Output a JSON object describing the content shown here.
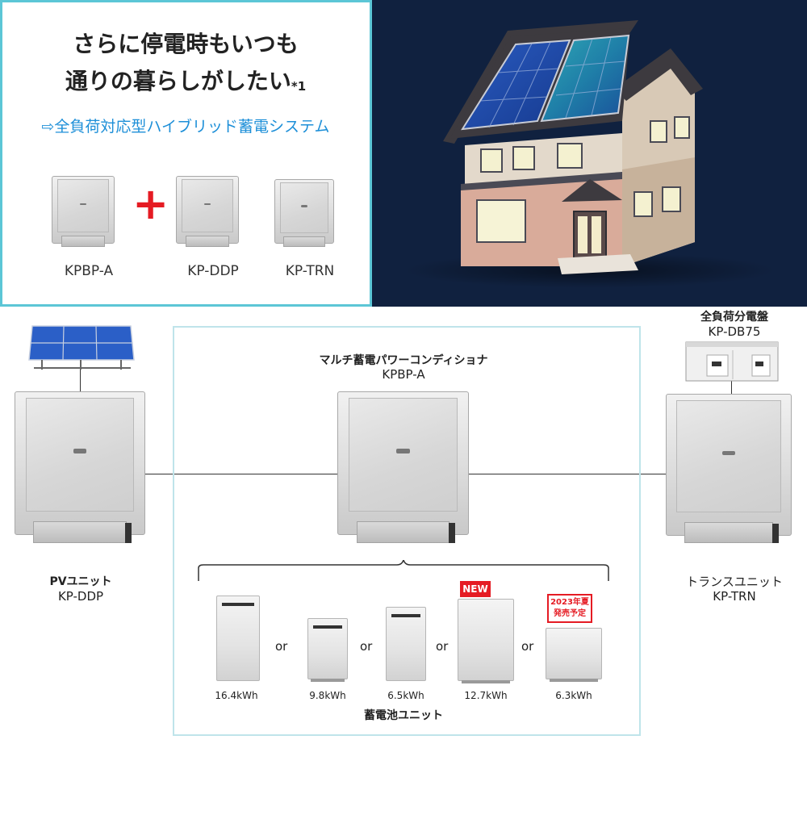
{
  "headline": {
    "line1": "さらに停電時もいつも",
    "line2": "通りの暮らしがしたい",
    "note": "*1"
  },
  "subtitle": "⇨全負荷対応型ハイブリッド蓄電システム",
  "top_products": [
    "KPBP-A",
    "KP-DDP",
    "KP-TRN"
  ],
  "plus_symbol": "+",
  "diagram": {
    "center": {
      "title": "マルチ蓄電パワーコンディショナ",
      "model": "KPBP-A"
    },
    "pv": {
      "title": "PVユニット",
      "model": "KP-DDP"
    },
    "panel": {
      "title": "全負荷分電盤",
      "model": "KP-DB75"
    },
    "trans": {
      "title": "トランスユニット",
      "model": "KP-TRN"
    },
    "battery_group_label": "蓄電池ユニット",
    "or_text": "or",
    "batteries": [
      {
        "capacity": "16.4kWh"
      },
      {
        "capacity": "9.8kWh"
      },
      {
        "capacity": "6.5kWh"
      },
      {
        "capacity": "12.7kWh",
        "badge": "NEW"
      },
      {
        "capacity": "6.3kWh",
        "badge": "2023年夏\n発売予定"
      }
    ]
  },
  "colors": {
    "accent_cyan": "#5cc6d6",
    "subtitle_blue": "#1d8fd8",
    "red": "#e51b23",
    "night_bg": "#10213f"
  }
}
